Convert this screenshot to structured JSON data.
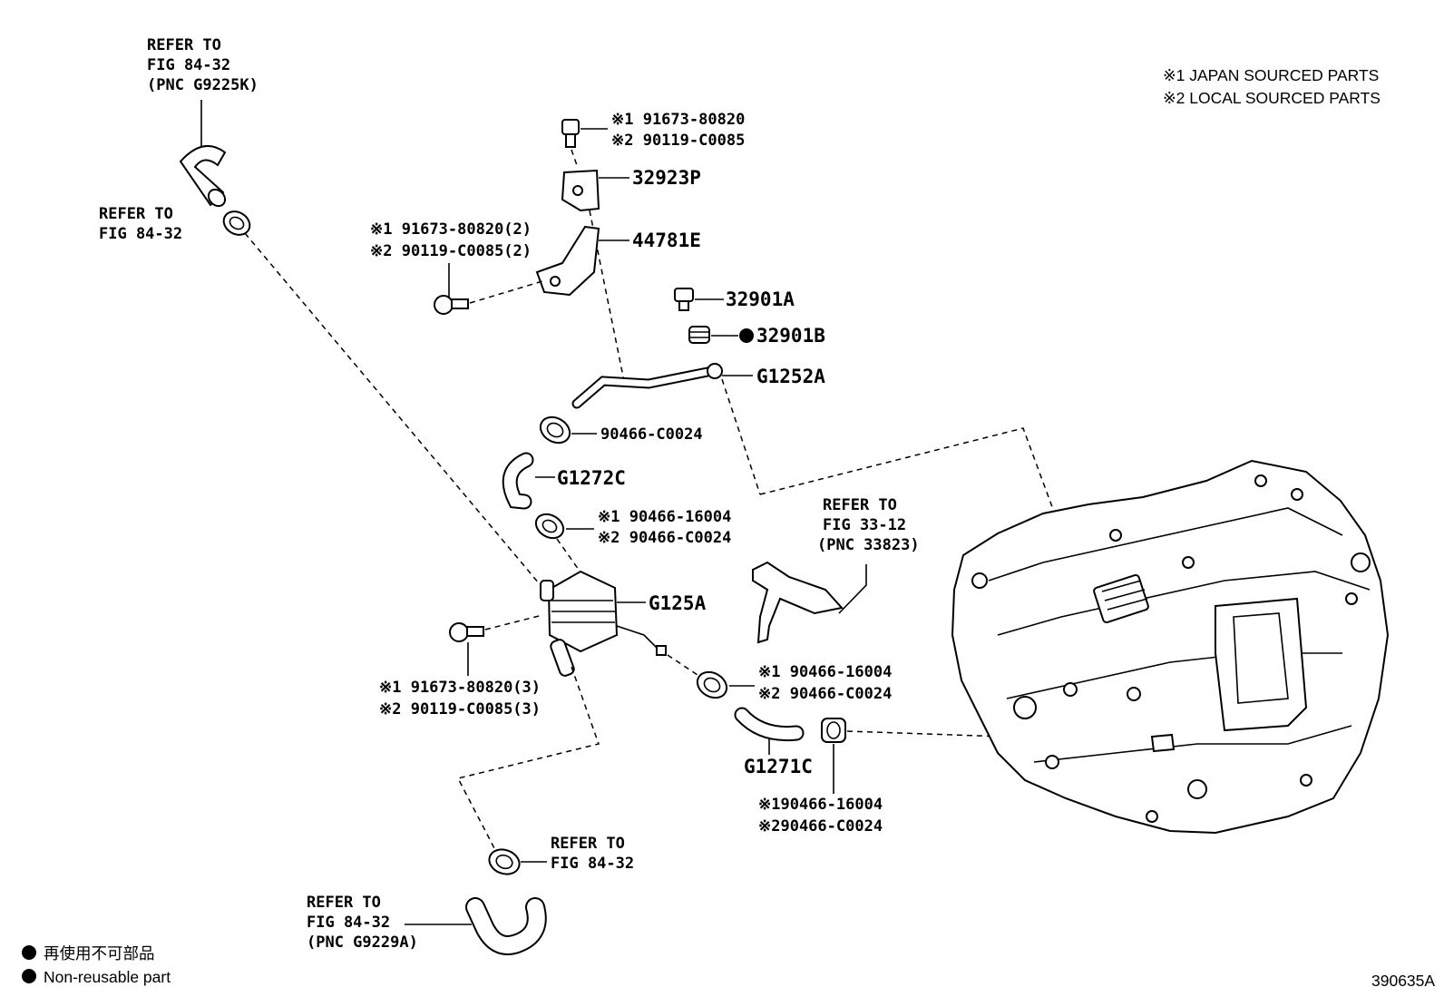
{
  "legend_notes": {
    "japan": "※1 JAPAN SOURCED PARTS",
    "local": "※2 LOCAL SOURCED PARTS"
  },
  "refer_top": [
    "REFER TO",
    "FIG 84-32",
    "(PNC G9225K)"
  ],
  "refer_left": [
    "REFER TO",
    "FIG 84-32"
  ],
  "refer_mid": [
    "REFER TO",
    "FIG 33-12",
    "(PNC 33823)"
  ],
  "refer_bottom_clamp": [
    "REFER TO",
    "FIG 84-32"
  ],
  "refer_bottom_hose": [
    "REFER TO",
    "FIG 84-32",
    "(PNC G9229A)"
  ],
  "parts": {
    "bolt_top": [
      "※1 91673-80820",
      "※2 90119-C0085"
    ],
    "p32923P": "32923P",
    "bolt_bracket": [
      "※1 91673-80820(2)",
      "※2 90119-C0085(2)"
    ],
    "p44781E": "44781E",
    "p32901A": "32901A",
    "p32901B": "32901B",
    "pG1252A": "G1252A",
    "clamp_c0024": "90466-C0024",
    "pG1272C": "G1272C",
    "clamp_a": [
      "※1 90466-16004",
      "※2 90466-C0024"
    ],
    "pG125A": "G125A",
    "bolt_cooler": [
      "※1  91673-80820(3)",
      "※2  90119-C0085(3)"
    ],
    "clamp_b": [
      "※1 90466-16004",
      "※2 90466-C0024"
    ],
    "pG1271C": "G1271C",
    "clamp_c": [
      "※190466-16004",
      "※290466-C0024"
    ]
  },
  "footer": {
    "nonreusable_jp": "再使用不可部品",
    "nonreusable_en": "Non-reusable part",
    "figure_code": "390635A"
  },
  "colors": {
    "ink": "#000000",
    "paper": "#ffffff"
  }
}
